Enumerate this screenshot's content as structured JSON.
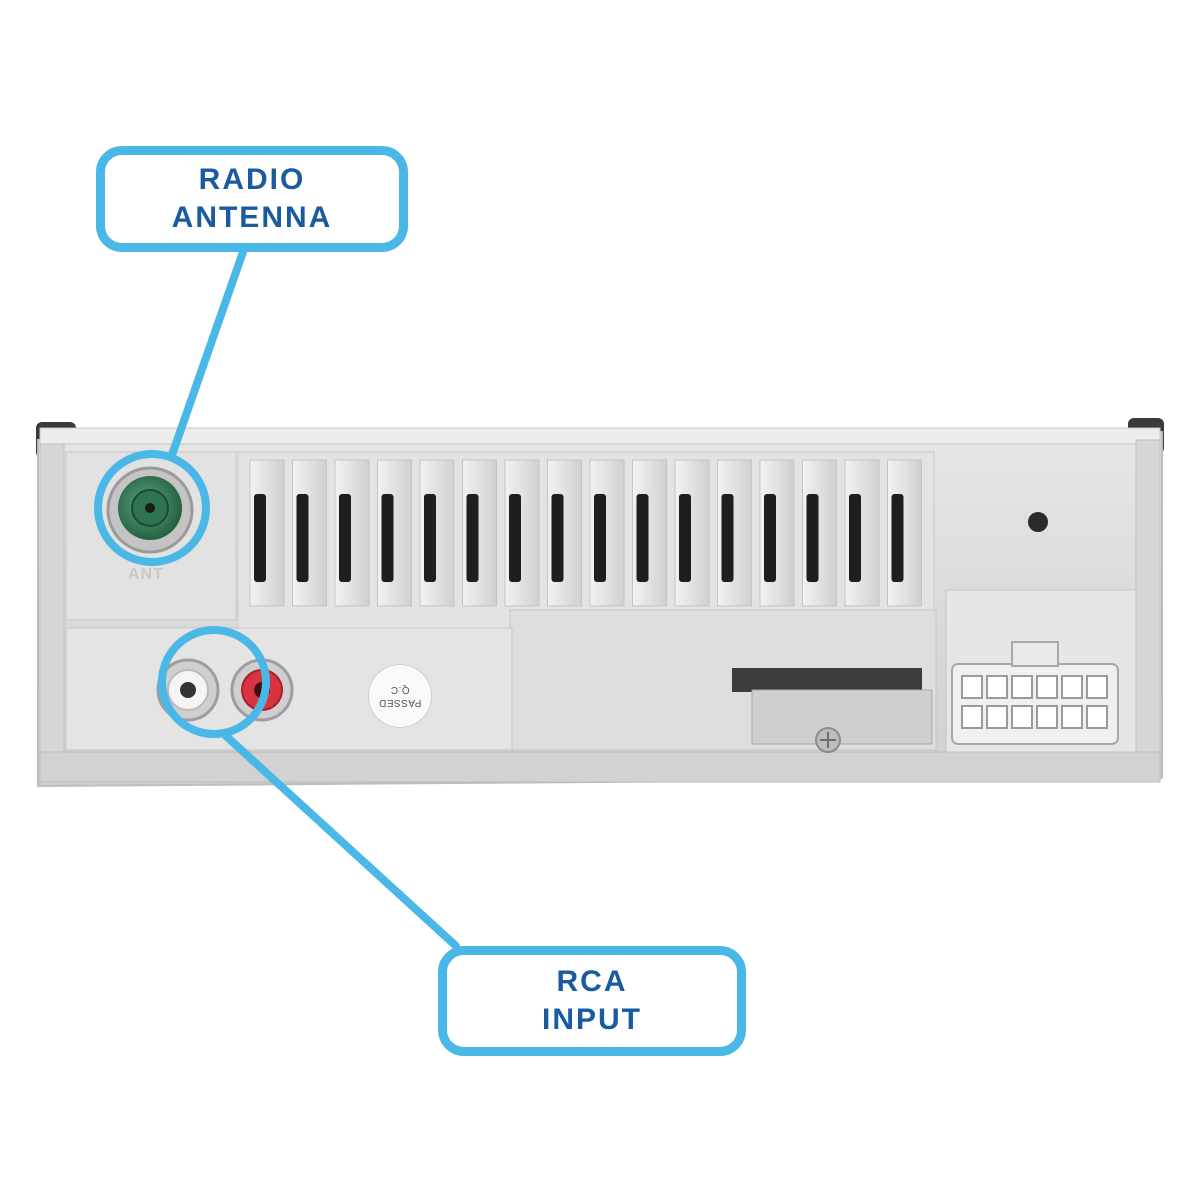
{
  "callouts": {
    "antenna": {
      "line1": "RADIO",
      "line2": "ANTENNA"
    },
    "rca": {
      "line1": "RCA",
      "line2": "INPUT"
    }
  },
  "stamp": {
    "line1": "PASSED",
    "line2": "Q.C"
  },
  "port_label": "ANT",
  "colors": {
    "callout_border": "#4ab8e6",
    "callout_text": "#1a5aa0",
    "chassis": "#dcdcdc",
    "antenna_socket": "#2f7a55",
    "rca_left": "#f4f4f4",
    "rca_right": "#d8343f"
  },
  "icons": [
    "antenna-socket-icon",
    "rca-jack-icon",
    "wiring-connector-icon",
    "screw-icon"
  ]
}
